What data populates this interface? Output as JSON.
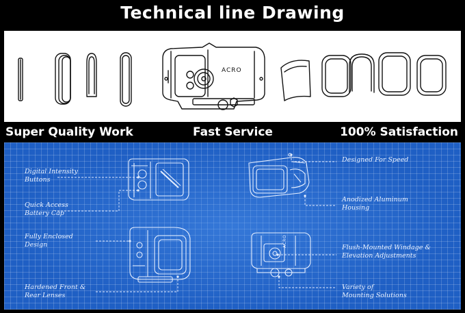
{
  "header": {
    "title": "Technical line Drawing"
  },
  "product_mark": "ACRO",
  "taglines": [
    "Super Quality  Work",
    "Fast Service",
    "100% Satisfaction"
  ],
  "features": {
    "digital_intensity_buttons": {
      "line1": "Digital Intensity",
      "line2": "Buttons"
    },
    "quick_access_battery_cap": {
      "line1": "Quick Access",
      "line2": "Battery Cap"
    },
    "fully_enclosed_design": {
      "line1": "Fully Enclosed",
      "line2": "Design"
    },
    "hardened_front_rear_lenses": {
      "line1": "Hardened Front &",
      "line2": "Rear Lenses"
    },
    "designed_for_speed": {
      "line1": "Designed For Speed"
    },
    "anodized_aluminum_housing": {
      "line1": "Anodized Aluminum",
      "line2": "Housing"
    },
    "flush_mounted_adjustments": {
      "line1": "Flush-Mounted Windage &",
      "line2": "Elevation Adjustments"
    },
    "variety_mounting_solutions": {
      "line1": "Variety of",
      "line2": "Mounting Solutions"
    }
  },
  "colors": {
    "blueprint": "#1f5fc4",
    "grid_line": "#5d8fe0",
    "drawing_stroke": "#111111",
    "background": "#000000"
  }
}
